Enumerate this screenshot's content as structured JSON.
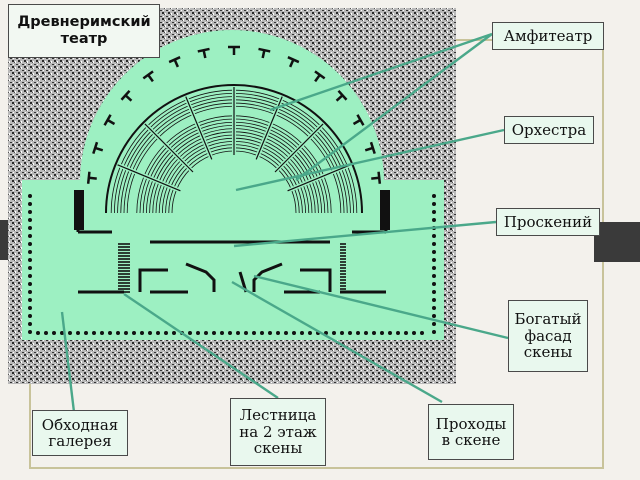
{
  "title": "Древнеримский\nтеатр",
  "labels": {
    "amphitheatre": "Амфитеатр",
    "orchestra": "Орхестра",
    "proscenium": "Проскений",
    "facade": "Богатый\nфасад\nскены",
    "gallery": "Обходная\nгалерея",
    "stairs": "Лестница\nна 2 этаж\nскены",
    "passages": "Проходы\nв скене"
  },
  "colors": {
    "plan_fill": "#9df0c2",
    "plan_ink": "#0d0d0d",
    "arrow": "#4aa88a",
    "frame": "#c8c39a",
    "label_bg": "#e9f8ee"
  }
}
